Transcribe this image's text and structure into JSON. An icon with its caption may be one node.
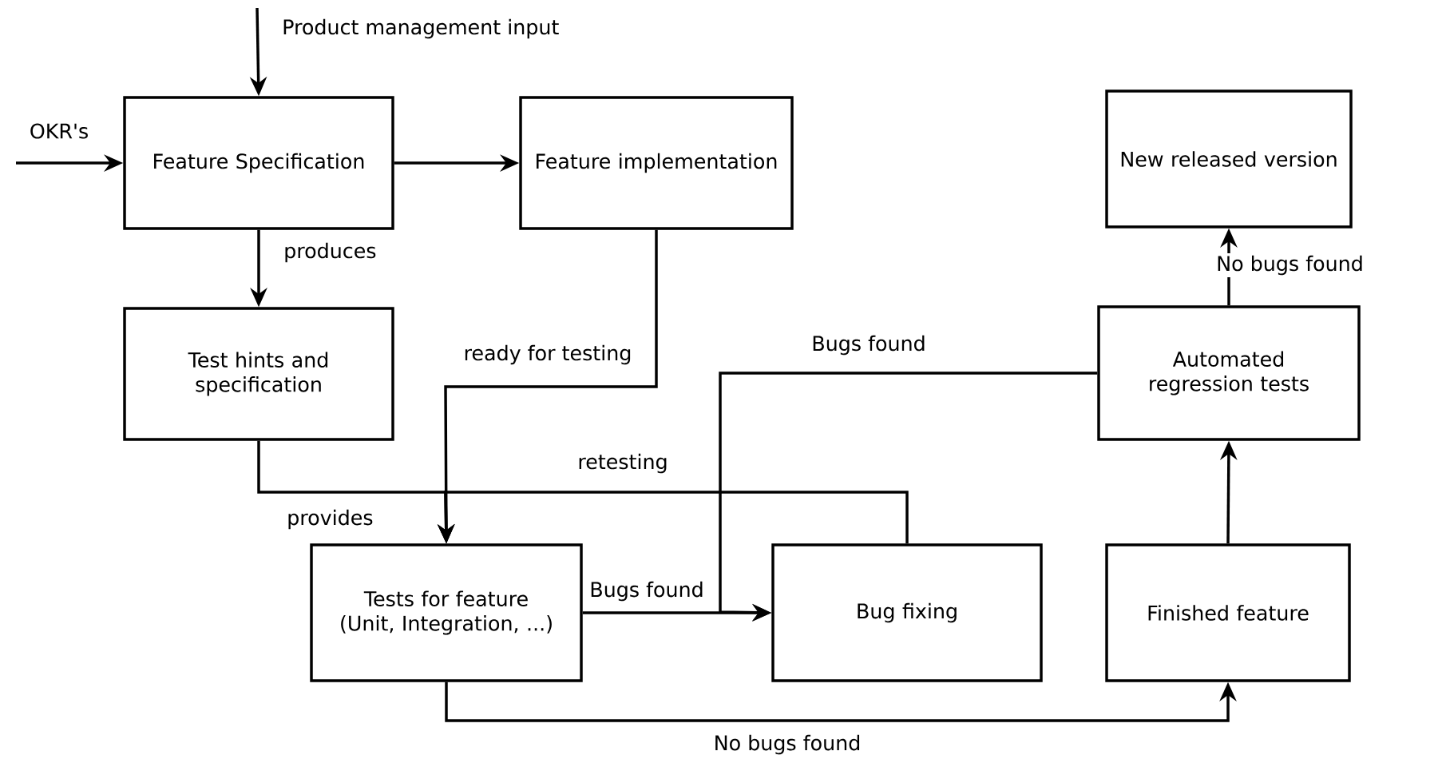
{
  "diagram": {
    "nodes": [
      {
        "text": [
          "Feature Specification"
        ]
      },
      {
        "text": [
          "Feature implementation"
        ]
      },
      {
        "text": [
          "Test hints and specification"
        ]
      },
      {
        "text": [
          "Tests for feature (Unit, Integration, ...)"
        ]
      },
      {
        "text": [
          "Bug fixing"
        ]
      },
      {
        "text": [
          "Finished feature"
        ]
      },
      {
        "text": [
          "Automated regression tests"
        ]
      },
      {
        "text": [
          "New released version"
        ]
      }
    ],
    "edges": [
      {
        "from": null,
        "to": 0,
        "arrow": "to",
        "label": "Product management input"
      },
      {
        "from": null,
        "to": 0,
        "arrow": "to",
        "label": "OKR's"
      },
      {
        "from": 0,
        "to": 1,
        "arrow": "to"
      },
      {
        "from": 0,
        "to": 2,
        "arrow": "to",
        "label": "produces"
      },
      {
        "from": 1,
        "to": 3,
        "arrow": "to",
        "label": "ready for testing"
      },
      {
        "from": 2,
        "to": 3,
        "arrow": "to",
        "label": "provides"
      },
      {
        "from": 4,
        "to": 3,
        "arrow": "to",
        "label": "retesting"
      },
      {
        "from": 3,
        "to": 4,
        "arrow": "to",
        "label": "Bugs found"
      },
      {
        "from": 6,
        "to": 4,
        "arrow": "to",
        "label": "Bugs found"
      },
      {
        "from": 3,
        "to": 5,
        "arrow": "to",
        "label": "No bugs found"
      },
      {
        "from": 5,
        "to": 6,
        "arrow": "to"
      },
      {
        "from": 6,
        "to": 7,
        "arrow": "to",
        "label": "No bugs found"
      }
    ]
  }
}
